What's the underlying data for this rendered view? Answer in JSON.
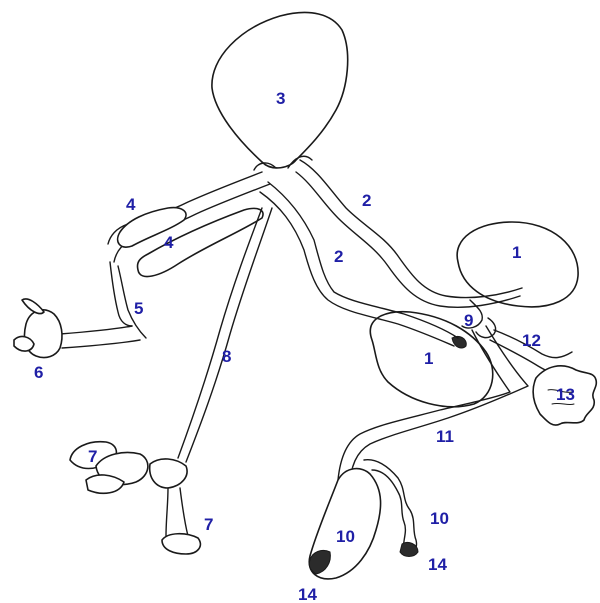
{
  "figure": {
    "labels": [
      {
        "id": "l1a",
        "text": "1"
      },
      {
        "id": "l1b",
        "text": "1"
      },
      {
        "id": "l2a",
        "text": "2"
      },
      {
        "id": "l2b",
        "text": "2"
      },
      {
        "id": "l3",
        "text": "3"
      },
      {
        "id": "l4a",
        "text": "4"
      },
      {
        "id": "l4b",
        "text": "4"
      },
      {
        "id": "l5",
        "text": "5"
      },
      {
        "id": "l6",
        "text": "6"
      },
      {
        "id": "l7a",
        "text": "7"
      },
      {
        "id": "l7b",
        "text": "7"
      },
      {
        "id": "l8",
        "text": "8"
      },
      {
        "id": "l9",
        "text": "9"
      },
      {
        "id": "l10a",
        "text": "10"
      },
      {
        "id": "l10b",
        "text": "10"
      },
      {
        "id": "l11",
        "text": "11"
      },
      {
        "id": "l12",
        "text": "12"
      },
      {
        "id": "l13",
        "text": "13"
      },
      {
        "id": "l14a",
        "text": "14"
      },
      {
        "id": "l14b",
        "text": "14"
      }
    ],
    "label_color": "#1f1fa6",
    "line_color": "#1a1a1a"
  }
}
